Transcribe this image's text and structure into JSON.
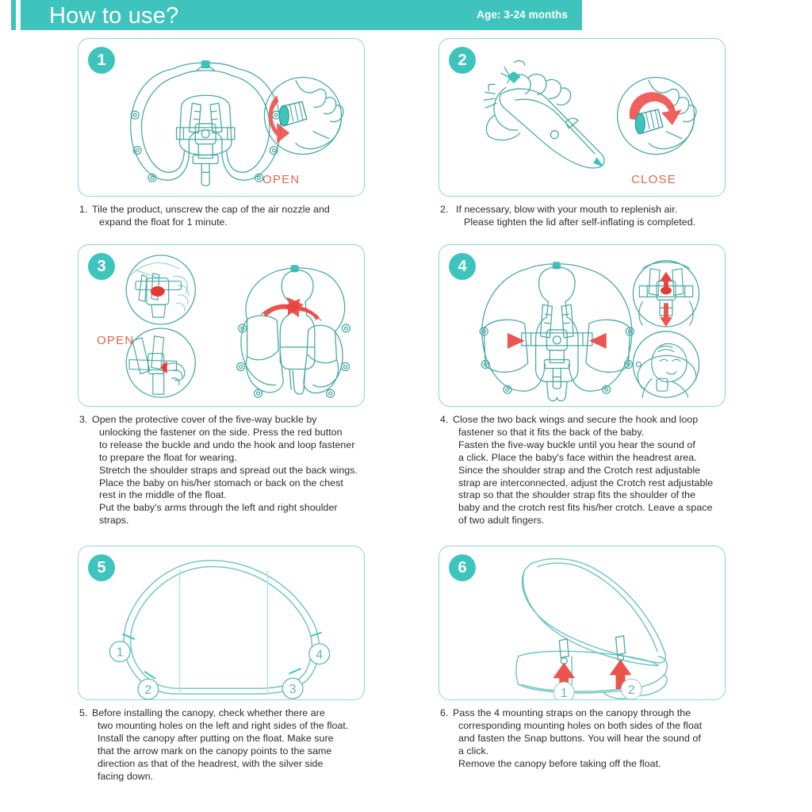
{
  "header": {
    "title": "How to use?",
    "age_label": "Age: 3-24 months",
    "bar_color": "#3fc4bd",
    "text_color": "#ffffff"
  },
  "theme": {
    "teal": "#3fc4bd",
    "line_teal": "#4aa9a3",
    "panel_border": "#8fd6d2",
    "accent_red": "#e8453c",
    "tag_red": "#e2674b",
    "text": "#2b2b2b"
  },
  "steps": [
    {
      "number": "1",
      "badge": "1",
      "num_label": "1.",
      "tags": [
        "OPEN"
      ],
      "illustration": "float-top-view-with-harness-and-hand-unscrewing-valve-cap",
      "caption_lines": [
        "Tile the product, unscrew the cap of the air nozzle and",
        "expand the float for 1 minute."
      ]
    },
    {
      "number": "2",
      "badge": "2",
      "num_label": "2.",
      "tags": [
        "CLOSE"
      ],
      "illustration": "hand-holding-nozzle-blowing-air-and-hand-tightening-cap",
      "caption_lines": [
        "If necessary, blow with your mouth to replenish air.",
        "Please tighten the lid after self-inflating is completed."
      ]
    },
    {
      "number": "3",
      "badge": "3",
      "num_label": "3.",
      "tags": [
        "OPEN"
      ],
      "illustration": "buckle-release-insets-and-baby-with-back-wings-spread",
      "caption_lines": [
        "Open the protective cover of the five-way buckle by",
        "unlocking the fastener on the side. Press the red button",
        "to release the buckle and undo the hook and loop fastener",
        "to prepare the float for wearing.",
        "Stretch the shoulder straps and spread out the back wings.",
        "Place the baby on his/her stomach or back on the chest",
        "rest in the middle of the float.",
        "Put the baby's arms through the left and right shoulder",
        "straps."
      ]
    },
    {
      "number": "4",
      "badge": "4",
      "num_label": "4.",
      "tags": [],
      "illustration": "baby-secured-in-float-with-buckle-arrows-and-headrest-insets",
      "caption_lines": [
        "Close the two back wings and secure the hook and loop",
        "fastener so that it fits the back of the baby.",
        "Fasten the five-way buckle until you hear the sound of",
        "a click. Place the baby's face within the headrest area.",
        "Since the shoulder strap and the Crotch rest adjustable",
        "strap are interconnected, adjust the Crotch rest adjustable",
        "strap so that the shoulder strap fits the shoulder of the",
        "baby and the crotch rest fits his/her crotch. Leave a space",
        "of two adult fingers."
      ]
    },
    {
      "number": "5",
      "badge": "5",
      "num_label": "5.",
      "tags": [],
      "illustration": "canopy-outline-with-four-numbered-mounting-straps",
      "markers": [
        "1",
        "2",
        "3",
        "4"
      ],
      "caption_lines": [
        "Before installing the canopy, check whether there are",
        "two mounting holes on the left and right sides of the float.",
        "Install the canopy after putting on the float. Make sure",
        "that the arrow mark on the canopy points to the same",
        "direction as that of the headrest, with the silver side",
        "facing down."
      ]
    },
    {
      "number": "6",
      "badge": "6",
      "num_label": "6.",
      "tags": [],
      "illustration": "canopy-mounted-on-float-with-snap-button-arrows",
      "markers": [
        "1",
        "2"
      ],
      "caption_lines": [
        "Pass the 4 mounting straps on the canopy through the",
        "corresponding mounting holes on both sides of the float",
        "and fasten the Snap buttons. You will hear the sound of",
        "a click.",
        "Remove the canopy before taking off the float."
      ]
    }
  ]
}
